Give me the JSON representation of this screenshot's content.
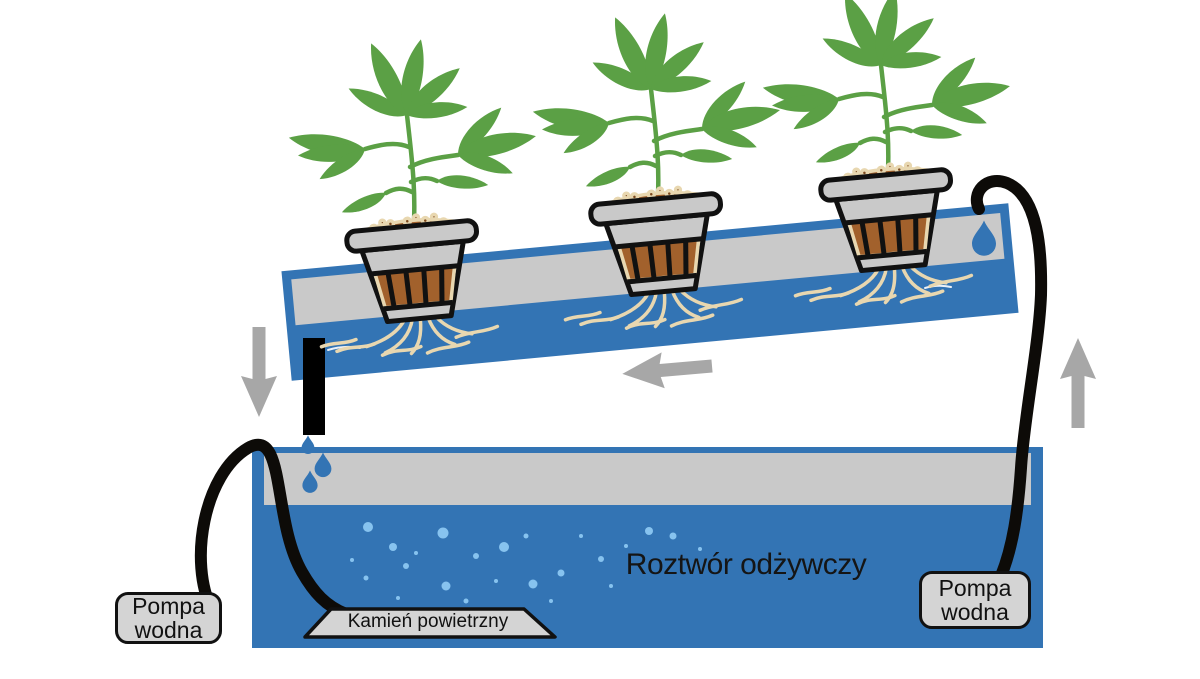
{
  "diagram": {
    "type": "hydroponics-nft-schematic",
    "plants_count": 3,
    "tank": {
      "solution_label": "Roztwór odżywczy",
      "air_stone_label": "Kamień powietrzny"
    },
    "pumps": {
      "left": {
        "line1": "Pompa",
        "line2": "wodna"
      },
      "right": {
        "line1": "Pompa",
        "line2": "wodna"
      }
    }
  },
  "colors": {
    "water_blue": "#3374b4",
    "panel_gray": "#c9c9c9",
    "label_gray": "#d4d4d4",
    "arrow_gray": "#a7a7a7",
    "leaf_green": "#5ba045",
    "media_brown": "#a2612c",
    "root_beige": "#e8d7b0",
    "bubble_blue": "#87c3ef",
    "tube_black": "#0d0b08"
  }
}
